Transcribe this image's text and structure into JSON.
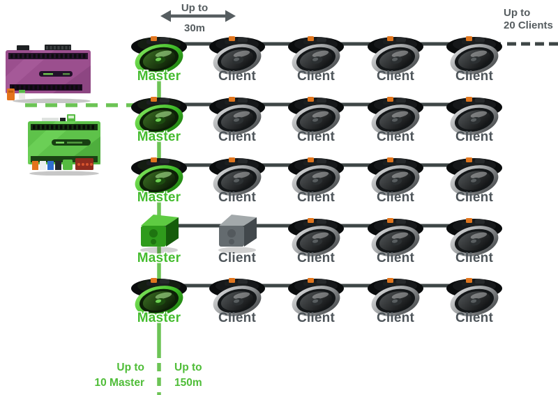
{
  "labels": {
    "master": "Master",
    "client": "Client"
  },
  "annotations": {
    "span_top": {
      "line1": "Up to",
      "line2": "30m"
    },
    "clients_max": {
      "line1": "Up to",
      "line2": "20 Clients"
    },
    "masters_max": {
      "line1": "Up to",
      "line2": "10 Master"
    },
    "bus_length": {
      "line1": "Up to",
      "line2": "150m"
    }
  },
  "devices": [
    {
      "name": "miniserver",
      "icon": "miniserver-device-icon",
      "color": "#9b4f8e"
    },
    {
      "name": "audioserver",
      "icon": "audioserver-device-icon",
      "color": "#5ec24a"
    }
  ],
  "colors": {
    "accent_green": "#56bd3c",
    "master_text_green": "#45bc2f",
    "client_text_gray": "#4e555a",
    "bus_line_dark": "#3e4646",
    "annotation_gray": "#565d60",
    "miniserver_purple": "#9b4f8e",
    "audioserver_green": "#5ec24a"
  },
  "grid": {
    "rows": [
      {
        "units": [
          {
            "role": "master",
            "shape": "ceiling-speaker",
            "label": "Master"
          },
          {
            "role": "client",
            "shape": "ceiling-speaker",
            "label": "Client"
          },
          {
            "role": "client",
            "shape": "ceiling-speaker",
            "label": "Client"
          },
          {
            "role": "client",
            "shape": "ceiling-speaker",
            "label": "Client"
          },
          {
            "role": "client",
            "shape": "ceiling-speaker",
            "label": "Client"
          }
        ]
      },
      {
        "units": [
          {
            "role": "master",
            "shape": "ceiling-speaker",
            "label": "Master"
          },
          {
            "role": "client",
            "shape": "ceiling-speaker",
            "label": "Client"
          },
          {
            "role": "client",
            "shape": "ceiling-speaker",
            "label": "Client"
          },
          {
            "role": "client",
            "shape": "ceiling-speaker",
            "label": "Client"
          },
          {
            "role": "client",
            "shape": "ceiling-speaker",
            "label": "Client"
          }
        ]
      },
      {
        "units": [
          {
            "role": "master",
            "shape": "ceiling-speaker",
            "label": "Master"
          },
          {
            "role": "client",
            "shape": "ceiling-speaker",
            "label": "Client"
          },
          {
            "role": "client",
            "shape": "ceiling-speaker",
            "label": "Client"
          },
          {
            "role": "client",
            "shape": "ceiling-speaker",
            "label": "Client"
          },
          {
            "role": "client",
            "shape": "ceiling-speaker",
            "label": "Client"
          }
        ]
      },
      {
        "units": [
          {
            "role": "master",
            "shape": "cube-speaker",
            "label": "Master"
          },
          {
            "role": "client",
            "shape": "cube-speaker",
            "label": "Client"
          },
          {
            "role": "client",
            "shape": "ceiling-speaker",
            "label": "Client"
          },
          {
            "role": "client",
            "shape": "ceiling-speaker",
            "label": "Client"
          },
          {
            "role": "client",
            "shape": "ceiling-speaker",
            "label": "Client"
          }
        ]
      },
      {
        "units": [
          {
            "role": "master",
            "shape": "ceiling-speaker",
            "label": "Master"
          },
          {
            "role": "client",
            "shape": "ceiling-speaker",
            "label": "Client"
          },
          {
            "role": "client",
            "shape": "ceiling-speaker",
            "label": "Client"
          },
          {
            "role": "client",
            "shape": "ceiling-speaker",
            "label": "Client"
          },
          {
            "role": "client",
            "shape": "ceiling-speaker",
            "label": "Client"
          }
        ]
      }
    ]
  }
}
